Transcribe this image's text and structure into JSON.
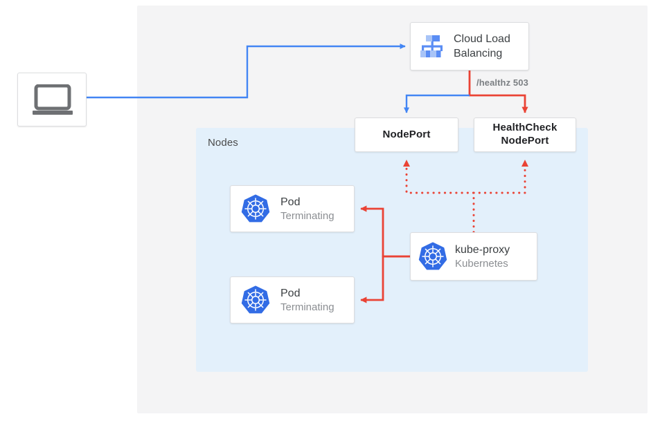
{
  "diagram": {
    "title": "Kubernetes NodePort health check during pod termination",
    "regions": {
      "outer": {
        "name": "outer-canvas",
        "color": "#f4f4f5"
      },
      "nodes": {
        "label": "Nodes",
        "color": "#e3f0fb"
      }
    },
    "nodes": [
      {
        "id": "client",
        "icon": "laptop-icon",
        "title": "",
        "subtitle": ""
      },
      {
        "id": "clb",
        "icon": "cloud-load-balancing-icon",
        "title": "Cloud Load",
        "subtitle": "Balancing"
      },
      {
        "id": "nodeport",
        "icon": "",
        "title": "NodePort",
        "subtitle": ""
      },
      {
        "id": "hcnodeport",
        "icon": "",
        "title": "HealthCheck",
        "subtitle": "NodePort"
      },
      {
        "id": "pod1",
        "icon": "kubernetes-icon",
        "title": "Pod",
        "subtitle": "Terminating"
      },
      {
        "id": "pod2",
        "icon": "kubernetes-icon",
        "title": "Pod",
        "subtitle": "Terminating"
      },
      {
        "id": "kubeproxy",
        "icon": "kubernetes-icon",
        "title": "kube-proxy",
        "subtitle": "Kubernetes"
      }
    ],
    "edges": [
      {
        "id": "client-to-clb",
        "from": "client",
        "to": "clb",
        "style": "solid",
        "color": "#4285f4",
        "label": ""
      },
      {
        "id": "clb-to-nodeport",
        "from": "clb",
        "to": "nodeport",
        "style": "solid",
        "color": "#4285f4",
        "label": ""
      },
      {
        "id": "clb-to-hcnodeport",
        "from": "clb",
        "to": "hcnodeport",
        "style": "solid",
        "color": "#ea4335",
        "label": "/healthz 503"
      },
      {
        "id": "kubeproxy-to-nodeport",
        "from": "kubeproxy",
        "to": "nodeport",
        "style": "dotted",
        "color": "#ea4335",
        "label": ""
      },
      {
        "id": "kubeproxy-to-hcnp",
        "from": "kubeproxy",
        "to": "hcnodeport",
        "style": "dotted",
        "color": "#ea4335",
        "label": ""
      },
      {
        "id": "kubeproxy-to-pod1",
        "from": "kubeproxy",
        "to": "pod1",
        "style": "solid",
        "color": "#ea4335",
        "label": ""
      },
      {
        "id": "kubeproxy-to-pod2",
        "from": "kubeproxy",
        "to": "pod2",
        "style": "solid",
        "color": "#ea4335",
        "label": ""
      }
    ],
    "labels": {
      "healthz": "/healthz 503",
      "nodes": "Nodes"
    },
    "colors": {
      "blue_arrow": "#4285f4",
      "red_arrow": "#ea4335",
      "kubernetes_blue": "#326ce5",
      "clb_icon_blue": "#5a8df4",
      "clb_icon_blue_light": "#a8c4f7",
      "panel_gray": "#f4f4f5",
      "nodes_blue": "#e3f0fb",
      "laptop_gray": "#6e7073",
      "title_text": "#3c4043",
      "sub_text": "#8b8e92",
      "bold_text": "#202124"
    }
  }
}
